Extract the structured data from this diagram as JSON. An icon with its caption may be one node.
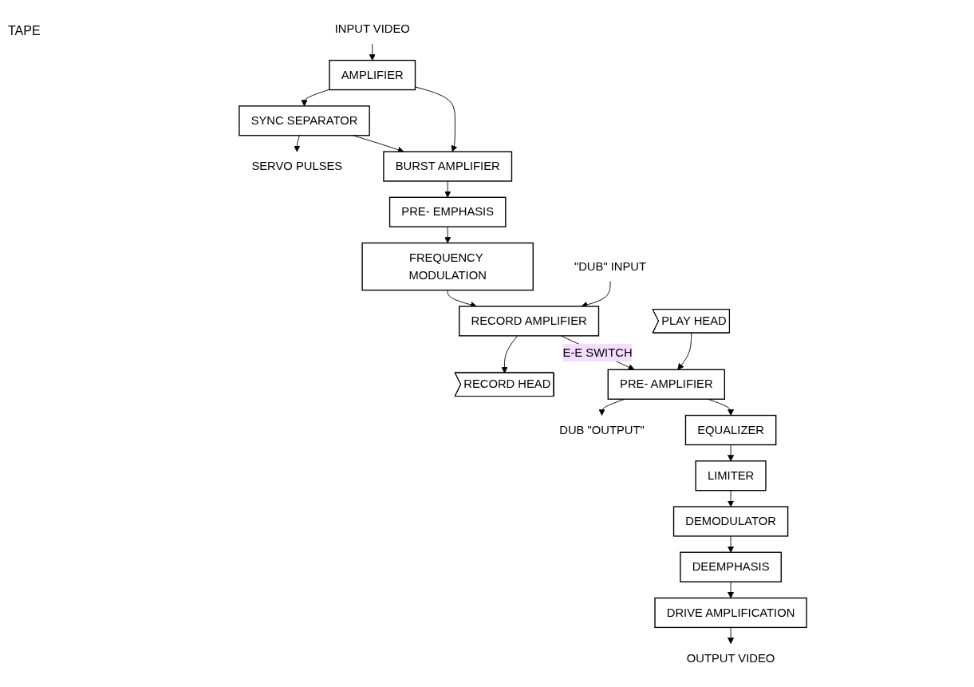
{
  "diagram": {
    "nodes": [
      {
        "text": [
          "INPUT VIDEO"
        ]
      },
      {
        "text": [
          "AMPLIFIER"
        ]
      },
      {
        "text": [
          "SYNC SEPARATOR"
        ]
      },
      {
        "text": [
          "SERVO PULSES"
        ]
      },
      {
        "text": [
          "BURST AMPLIFIER"
        ]
      },
      {
        "text": [
          "PRE- EMPHASIS"
        ]
      },
      {
        "text": [
          "FREQUENCY MODULATION"
        ]
      },
      {
        "text": [
          "\"DUB\" INPUT"
        ]
      },
      {
        "text": [
          "RECORD AMPLIFIER"
        ]
      },
      {
        "text": [
          "RECORD HEAD"
        ]
      },
      {
        "text": [
          "PRE- AMPLIFIER"
        ]
      },
      {
        "text": [
          "DUB \"OUTPUT\""
        ]
      },
      {
        "text": [
          "PLAY HEAD"
        ]
      },
      {
        "text": [
          "EQUALIZER"
        ]
      },
      {
        "text": [
          "LIMITER"
        ]
      },
      {
        "text": [
          "DEMODULATOR"
        ]
      },
      {
        "text": [
          "DEEMPHASIS"
        ]
      },
      {
        "text": [
          "DRIVE AMPLIFICATION"
        ]
      },
      {
        "text": [
          "OUTPUT VIDEO"
        ]
      }
    ],
    "edges": [
      {
        "from": 0,
        "to": 1,
        "arrow": "to"
      },
      {
        "from": 1,
        "to": 2,
        "arrow": "to"
      },
      {
        "from": 1,
        "to": 4,
        "arrow": "to"
      },
      {
        "from": 2,
        "to": 3,
        "arrow": "to"
      },
      {
        "from": 2,
        "to": 4,
        "arrow": "to"
      },
      {
        "from": 4,
        "to": 5,
        "arrow": "to"
      },
      {
        "from": 5,
        "to": 6,
        "arrow": "to"
      },
      {
        "from": 6,
        "to": 8,
        "arrow": "to"
      },
      {
        "from": 7,
        "to": 8,
        "arrow": "to"
      },
      {
        "from": 8,
        "to": 9,
        "arrow": "to"
      },
      {
        "from": 8,
        "to": 10,
        "label": "E-E SWITCH",
        "arrow": "to"
      },
      {
        "from": 12,
        "to": 10,
        "arrow": "to"
      },
      {
        "from": 10,
        "to": 11,
        "arrow": "to"
      },
      {
        "from": 10,
        "to": 13,
        "arrow": "to"
      },
      {
        "from": 13,
        "to": 14,
        "arrow": "to"
      },
      {
        "from": 14,
        "to": 15,
        "arrow": "to"
      },
      {
        "from": 15,
        "to": 16,
        "arrow": "to"
      },
      {
        "from": 16,
        "to": 17,
        "arrow": "to"
      },
      {
        "from": 17,
        "to": 18,
        "arrow": "to"
      }
    ],
    "labels": [
      "TAPE"
    ]
  }
}
